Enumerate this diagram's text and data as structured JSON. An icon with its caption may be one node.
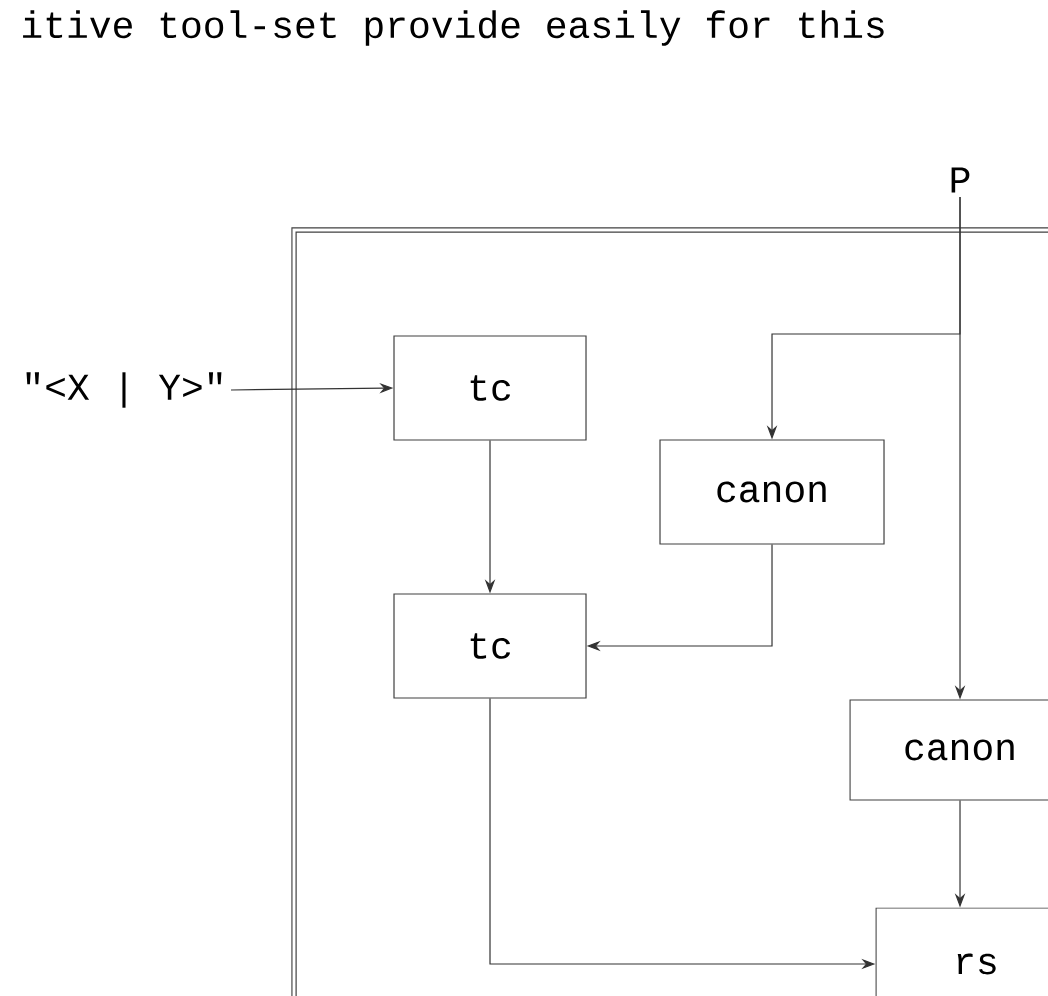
{
  "diagram": {
    "nodes": [
      {
        "text": [],
        "shape": "box"
      },
      {
        "text": [
          "P"
        ]
      },
      {
        "text": [
          "\"<X | Y>\""
        ]
      },
      {
        "text": [
          "tc"
        ],
        "in": 0
      },
      {
        "text": [
          "canon"
        ],
        "in": 0
      },
      {
        "text": [
          "tc"
        ],
        "in": 0
      },
      {
        "text": [
          "canon"
        ],
        "in": 0
      },
      {
        "text": [
          "rs"
        ],
        "in": 0
      }
    ],
    "edges": [
      {
        "from": 1,
        "to": 4,
        "arrow": "to"
      },
      {
        "from": 1,
        "to": 6,
        "arrow": "to"
      },
      {
        "from": 2,
        "to": 3,
        "arrow": "to"
      },
      {
        "from": 3,
        "to": 5,
        "arrow": "to"
      },
      {
        "from": 4,
        "to": 5,
        "arrow": "to"
      },
      {
        "from": 5,
        "to": 7,
        "arrow": "to"
      },
      {
        "from": 6,
        "to": 7,
        "arrow": "to"
      }
    ],
    "labels": [
      "itive tool-set provide easily for this"
    ]
  }
}
